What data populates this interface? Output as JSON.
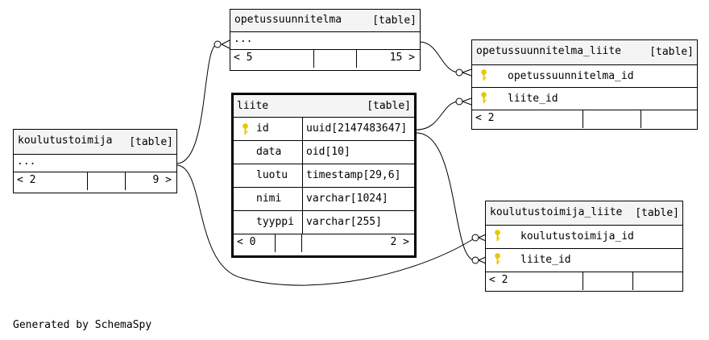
{
  "note": "Generated by SchemaSpy",
  "tables": {
    "opetussuunnitelma": {
      "name": "opetussuunnitelma",
      "kind": "[table]",
      "dots": "...",
      "footer_left": "< 5",
      "footer_right": "15 >"
    },
    "opetussuunnitelma_liite": {
      "name": "opetussuunnitelma_liite",
      "kind": "[table]",
      "columns": [
        {
          "name": "opetussuunnitelma_id",
          "key": true
        },
        {
          "name": "liite_id",
          "key": true
        }
      ],
      "footer_left": "< 2",
      "footer_right": ""
    },
    "liite": {
      "name": "liite",
      "kind": "[table]",
      "columns": [
        {
          "name": "id",
          "type": "uuid[2147483647]",
          "key": true
        },
        {
          "name": "data",
          "type": "oid[10]",
          "key": false
        },
        {
          "name": "luotu",
          "type": "timestamp[29,6]",
          "key": false
        },
        {
          "name": "nimi",
          "type": "varchar[1024]",
          "key": false
        },
        {
          "name": "tyyppi",
          "type": "varchar[255]",
          "key": false
        }
      ],
      "footer_left": "< 0",
      "footer_right": "2 >"
    },
    "koulutustoimija": {
      "name": "koulutustoimija",
      "kind": "[table]",
      "dots": "...",
      "footer_left": "< 2",
      "footer_right": "9 >"
    },
    "koulutustoimija_liite": {
      "name": "koulutustoimija_liite",
      "kind": "[table]",
      "columns": [
        {
          "name": "koulutustoimija_id",
          "key": true
        },
        {
          "name": "liite_id",
          "key": true
        }
      ],
      "footer_left": "< 2",
      "footer_right": ""
    }
  },
  "colors": {
    "key": "#e6c800",
    "header": "#f4f4f4",
    "line": "#000000"
  }
}
